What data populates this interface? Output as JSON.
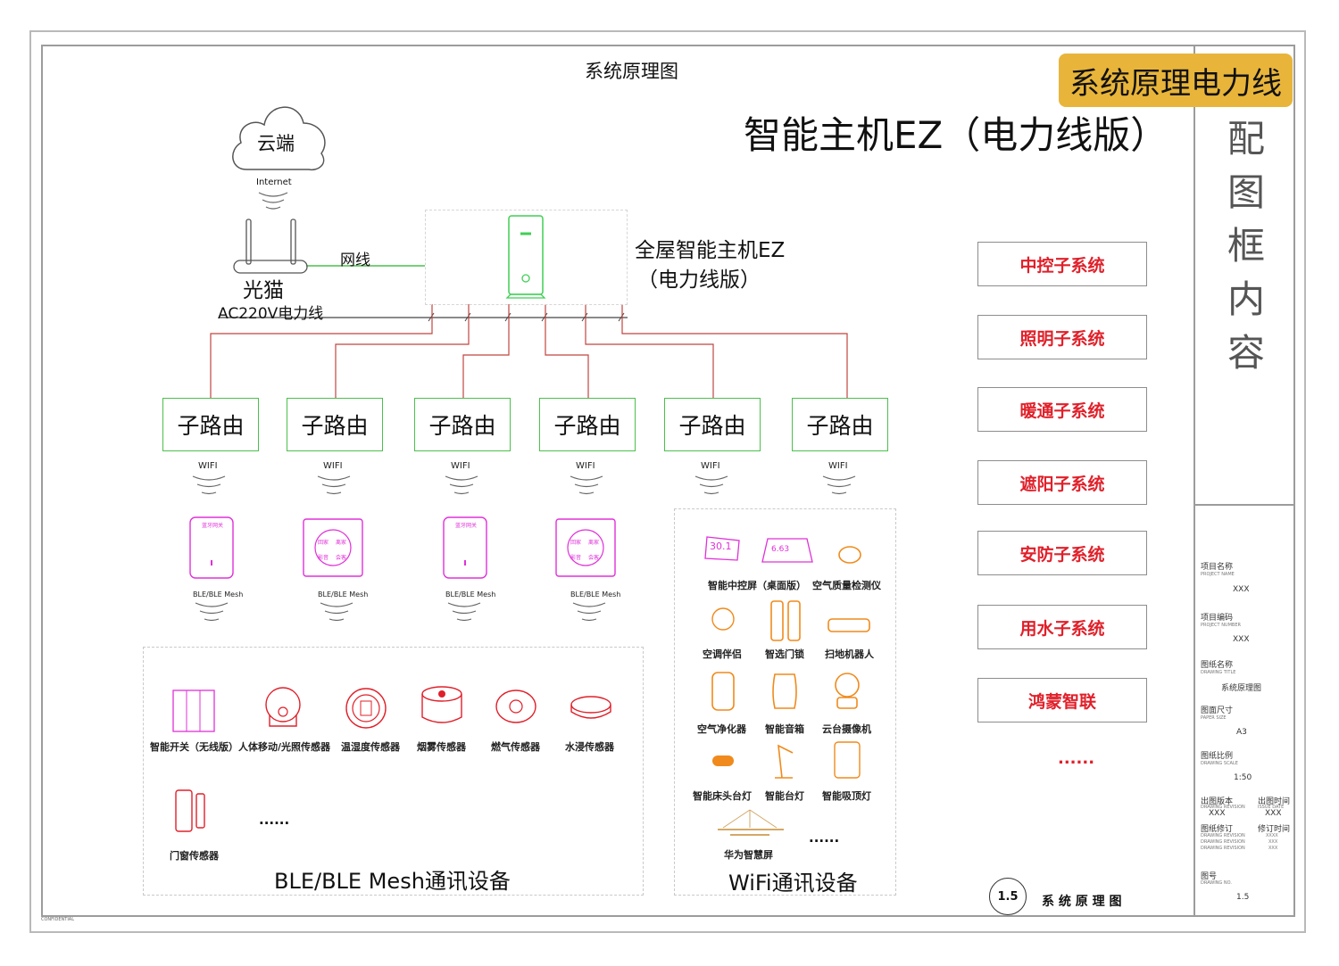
{
  "diagram_title": "系统原理图",
  "banner": "系统原理电力线",
  "main_title": "智能主机EZ（电力线版）",
  "cloud": {
    "label": "云端",
    "internet": "Internet"
  },
  "modem": {
    "label": "光猫",
    "power_line": "AC220V电力线",
    "cable": "网线"
  },
  "host": {
    "line1": "全屋智能主机EZ",
    "line2": "（电力线版）"
  },
  "routers": [
    "子路由",
    "子路由",
    "子路由",
    "子路由",
    "子路由",
    "子路由"
  ],
  "wifi_label": "WIFI",
  "mesh_label": "BLE/BLE Mesh",
  "panel_texts": {
    "p1": "蓝牙网关",
    "p2": [
      "回家",
      "离家",
      "影音",
      "会客"
    ]
  },
  "subsystems": [
    "中控子系统",
    "照明子系统",
    "暖通子系统",
    "遮阳子系统",
    "安防子系统",
    "用水子系统",
    "鸿蒙智联"
  ],
  "ellipsis": "......",
  "ble_devices": [
    "智能开关（无线版）",
    "人体移动/光照传感器",
    "温湿度传感器",
    "烟雾传感器",
    "燃气传感器",
    "水浸传感器",
    "门窗传感器"
  ],
  "ble_group_title": "BLE/BLE Mesh通讯设备",
  "wifi_devices": [
    "智能中控屏（桌面版）",
    "空气质量检测仪",
    "空调伴侣",
    "智选门锁",
    "扫地机器人",
    "空气净化器",
    "智能音箱",
    "云台摄像机",
    "智能床头台灯",
    "智能台灯",
    "智能吸顶灯",
    "华为智慧屏"
  ],
  "wifi_screen_values": [
    "30.1",
    "6.63"
  ],
  "wifi_group_title": "WiFi通讯设备",
  "side_title": [
    "配",
    "图",
    "框",
    "内",
    "容"
  ],
  "title_block": {
    "project_name_label": "项目名称",
    "project_name_en": "PROJECT NAME",
    "project_name": "XXX",
    "project_no_label": "项目编码",
    "project_no_en": "PROJECT NUMBER",
    "project_no": "XXX",
    "drawing_title_label": "图纸名称",
    "drawing_title_en": "DRAWING TITLE",
    "drawing_title": "系统原理图",
    "paper_size_label": "图面尺寸",
    "paper_size_en": "PAPER SIZE",
    "paper_size": "A3",
    "scale_label": "图纸比例",
    "scale_en": "DRAWING SCALE",
    "scale": "1:50",
    "revision_label": "出图版本",
    "revision_en": "DRAWING REVISION",
    "revision": "XXX",
    "issue_label": "出图时间",
    "issue_en": "ISSUE DATE",
    "issue": "XXX",
    "modify_label": "图纸修订",
    "modify_en": "DRAWING REVISION",
    "modify_time_label": "修订时间",
    "modify_vals": [
      "XXXX",
      "XXX",
      "XXX"
    ],
    "drawing_no_label": "图号",
    "drawing_no_en": "DRAWING NO.",
    "drawing_no": "1.5"
  },
  "stamp": {
    "number": "1.5",
    "caption": "系 统 原 理 图"
  },
  "confidential": "CONFIDENTIAL",
  "colors": {
    "power_line": "#c0453f",
    "router_border": "#4cbf4c",
    "subsystem_text": "#e0202a",
    "ble_panel": "#e030d8",
    "wifi_device": "#f08a1c",
    "banner_bg": "#e8b53a"
  }
}
